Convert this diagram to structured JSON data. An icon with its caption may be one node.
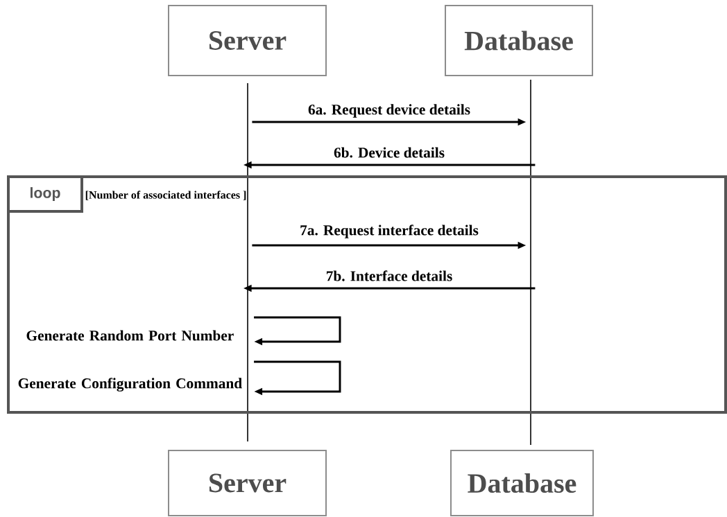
{
  "diagram": {
    "nodes": [
      {
        "text": [
          "Server"
        ]
      },
      {
        "text": [
          "Database"
        ]
      },
      {
        "text": [],
        "shape": "bar"
      },
      {
        "text": [],
        "shape": "bar"
      },
      {
        "text": [
          "loop"
        ]
      },
      {
        "text": [
          "Server"
        ]
      },
      {
        "text": [
          "Database"
        ]
      }
    ],
    "edges": [
      {
        "from": 2,
        "to": 3,
        "label": "6a. Request device details",
        "arrow": "to"
      },
      {
        "from": 3,
        "to": 2,
        "label": "6b. Device details",
        "arrow": "to"
      },
      {
        "from": 2,
        "to": 3,
        "label": "7a. Request interface details",
        "arrow": "to"
      },
      {
        "from": 3,
        "to": 2,
        "label": "7b. Interface details",
        "arrow": "to"
      },
      {
        "from": 2,
        "to": 2,
        "label": "Generate Random Port Number",
        "arrow": "to"
      },
      {
        "from": 2,
        "to": 2,
        "label": "Generate Configuration Command",
        "arrow": "to"
      }
    ],
    "labels": [
      "[Number of associated interfaces ]"
    ]
  }
}
